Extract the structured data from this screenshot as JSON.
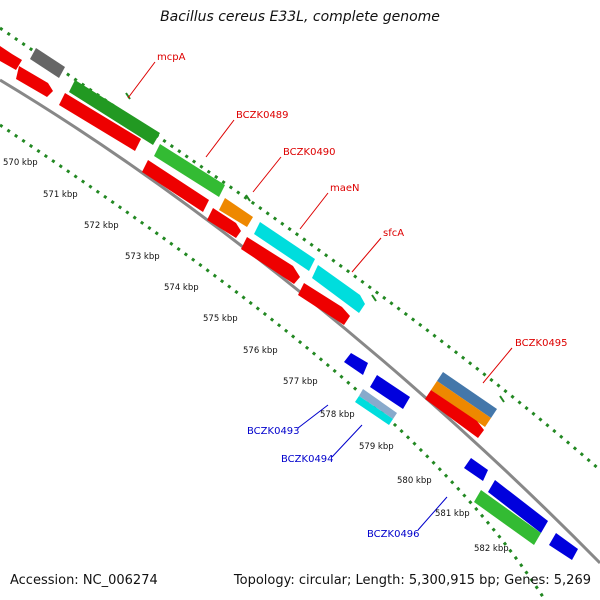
{
  "title": "Bacillus cereus E33L, complete genome",
  "footer": {
    "accession": "Accession: NC_006274",
    "topology": "Topology: circular; Length: 5,300,915 bp; Genes: 5,269"
  },
  "kbp_ticks": [
    "570 kbp",
    "571 kbp",
    "572 kbp",
    "573 kbp",
    "574 kbp",
    "575 kbp",
    "576 kbp",
    "577 kbp",
    "578 kbp",
    "579 kbp",
    "580 kbp",
    "581 kbp",
    "582 kbp"
  ],
  "gene_labels": [
    "mcpA",
    "BCZK0489",
    "BCZK0490",
    "maeN",
    "sfcA",
    "BCZK0495",
    "BCZK0493",
    "BCZK0494",
    "BCZK0496"
  ],
  "colors": {
    "forward_label": "#dd0000",
    "reverse_label": "#0000cc",
    "red": "#ee0000",
    "green": "#33bb33",
    "dark_green": "#229922",
    "cyan": "#00dddd",
    "blue": "#0000dd",
    "orange": "#ee8800",
    "steel_blue": "#4477aa",
    "gray": "#666666",
    "backbone": "#888888",
    "gc_dots": "#228822"
  }
}
